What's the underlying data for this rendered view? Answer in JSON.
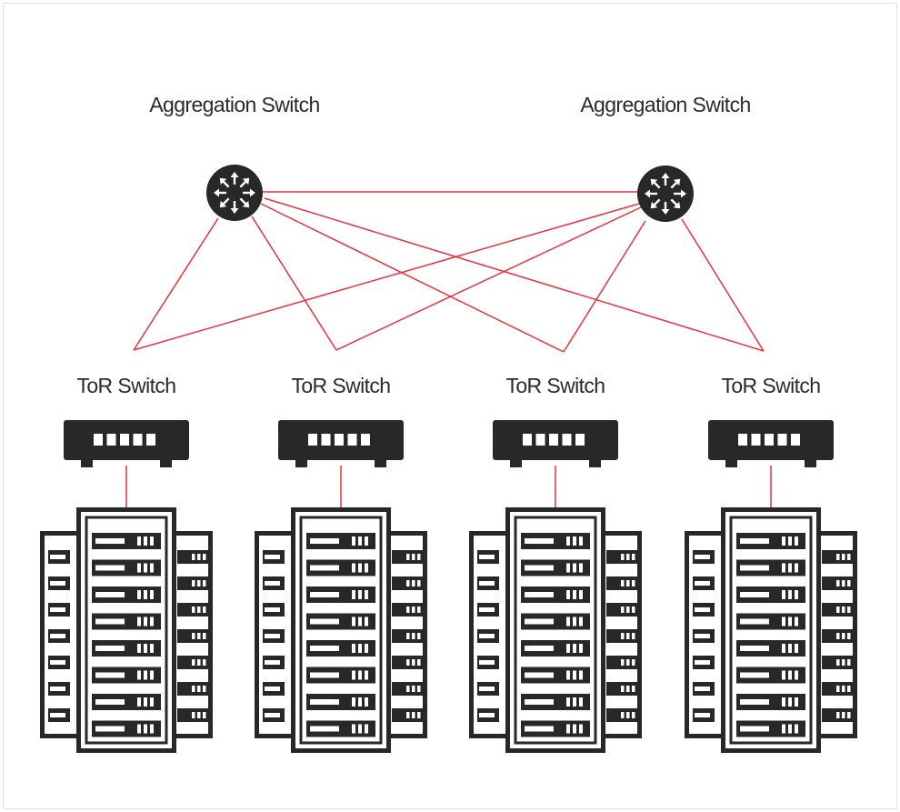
{
  "aggregation_switches": [
    {
      "label": "Aggregation Switch"
    },
    {
      "label": "Aggregation Switch"
    }
  ],
  "tor_switches": [
    {
      "label": "ToR Switch"
    },
    {
      "label": "ToR Switch"
    },
    {
      "label": "ToR Switch"
    },
    {
      "label": "ToR Switch"
    }
  ],
  "colors": {
    "link": "#e8323c",
    "device": "#282828",
    "background": "#ffffff"
  },
  "icons": {
    "aggregation": "router-icon",
    "tor": "network-switch-icon",
    "rack": "server-rack-icon"
  }
}
